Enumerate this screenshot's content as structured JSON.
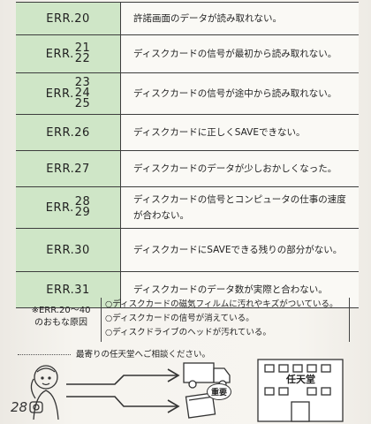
{
  "errors": [
    {
      "code": "ERR.20",
      "desc": "許諾画面のデータが読み取れない。"
    },
    {
      "code_prefix": "ERR.",
      "codes": [
        "21",
        "22"
      ],
      "desc": "ディスクカードの信号が最初から読み取れない。"
    },
    {
      "code_prefix": "ERR.",
      "codes": [
        "23",
        "24",
        "25"
      ],
      "desc": "ディスクカードの信号が途中から読み取れない。"
    },
    {
      "code": "ERR.26",
      "desc": "ディスクカードに正しくSAVEできない。"
    },
    {
      "code": "ERR.27",
      "desc": "ディスクカードのデータが少しおかしくなった。"
    },
    {
      "code_prefix": "ERR.",
      "codes": [
        "28",
        "29"
      ],
      "desc": "ディスクカードの信号とコンピュータの仕事の速度が合わない。"
    },
    {
      "code": "ERR.30",
      "desc": "ディスクカードにSAVEできる残りの部分がない。"
    },
    {
      "code": "ERR.31",
      "desc": "ディスクカードのデータ数が実際と合わない。"
    }
  ],
  "causes": {
    "label_line1": "※ERR.20〜40",
    "label_line2": "のおもな原因",
    "items": [
      "○ディスクカードの磁気フィルムに汚れやキズがついている。",
      "○ディスクカードの信号が消えている。",
      "○ディスクドライブのヘッドが汚れている。"
    ]
  },
  "consult": "最寄りの任天堂へご相談ください。",
  "illustration": {
    "stamp": "重要",
    "store_name": "任天堂"
  },
  "page_number": "28",
  "colors": {
    "code_bg": "#cfe6c7",
    "desc_bg": "#faf9f5",
    "border": "#3d3d3d"
  }
}
